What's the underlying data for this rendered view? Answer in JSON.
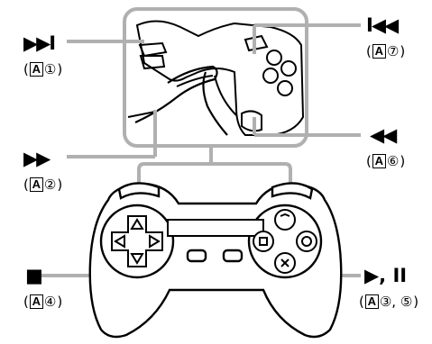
{
  "labels": {
    "next": {
      "symbol": "▶▶I",
      "paren_open": "(",
      "box": "A",
      "num": "①",
      "paren_close": ")"
    },
    "fast_forward": {
      "symbol": "▶▶",
      "paren_open": "(",
      "box": "A",
      "num": "②",
      "paren_close": ")"
    },
    "stop": {
      "symbol": "■",
      "paren_open": "(",
      "box": "A",
      "num": "④",
      "paren_close": ")"
    },
    "previous": {
      "symbol": "I◀◀",
      "paren_open": "(",
      "box": "A",
      "num": "⑦",
      "paren_close": ")"
    },
    "rewind": {
      "symbol": "◀◀",
      "paren_open": "(",
      "box": "A",
      "num": "⑥",
      "paren_close": ")"
    },
    "play_pause": {
      "symbol": "▶, II",
      "paren_open": "(",
      "box": "A",
      "num": "③, ⑤",
      "paren_close": ")"
    }
  },
  "colors": {
    "line": "#000000",
    "callout": "#b0b0b0",
    "fill": "#ffffff"
  }
}
